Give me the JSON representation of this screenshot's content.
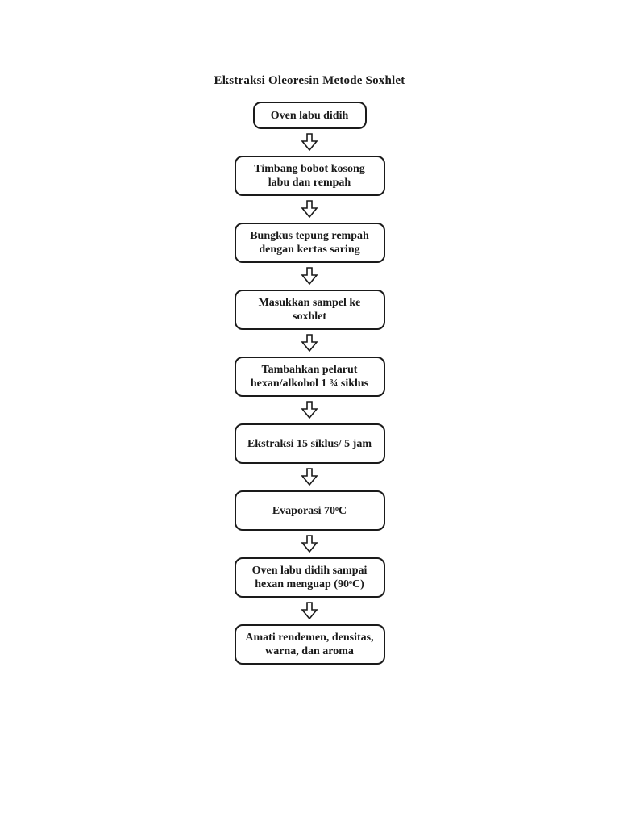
{
  "title": "Ekstraksi Oleoresin Metode Soxhlet",
  "flowchart": {
    "direction": "top-down",
    "connector_icon": "hollow-down-arrow",
    "colors": {
      "background": "#ffffff",
      "box_border": "#1a1a1a",
      "text": "#1a1a1a",
      "arrow_fill": "#ffffff",
      "arrow_outline": "#1a1a1a"
    },
    "steps": [
      {
        "label": "Oven labu didih"
      },
      {
        "label": "Timbang bobot kosong\nlabu dan rempah"
      },
      {
        "label": "Bungkus tepung rempah\ndengan kertas saring"
      },
      {
        "label": "Masukkan sampel ke\nsoxhlet"
      },
      {
        "label": "Tambahkan pelarut\nhexan/alkohol 1 ¾ siklus"
      },
      {
        "label": "Ekstraksi 15 siklus/ 5 jam"
      },
      {
        "label": "Evaporasi 70ᵒC"
      },
      {
        "label": "Oven labu didih sampai\nhexan menguap (90ᵒC)"
      },
      {
        "label": "Amati rendemen, densitas,\nwarna, dan aroma"
      }
    ]
  }
}
